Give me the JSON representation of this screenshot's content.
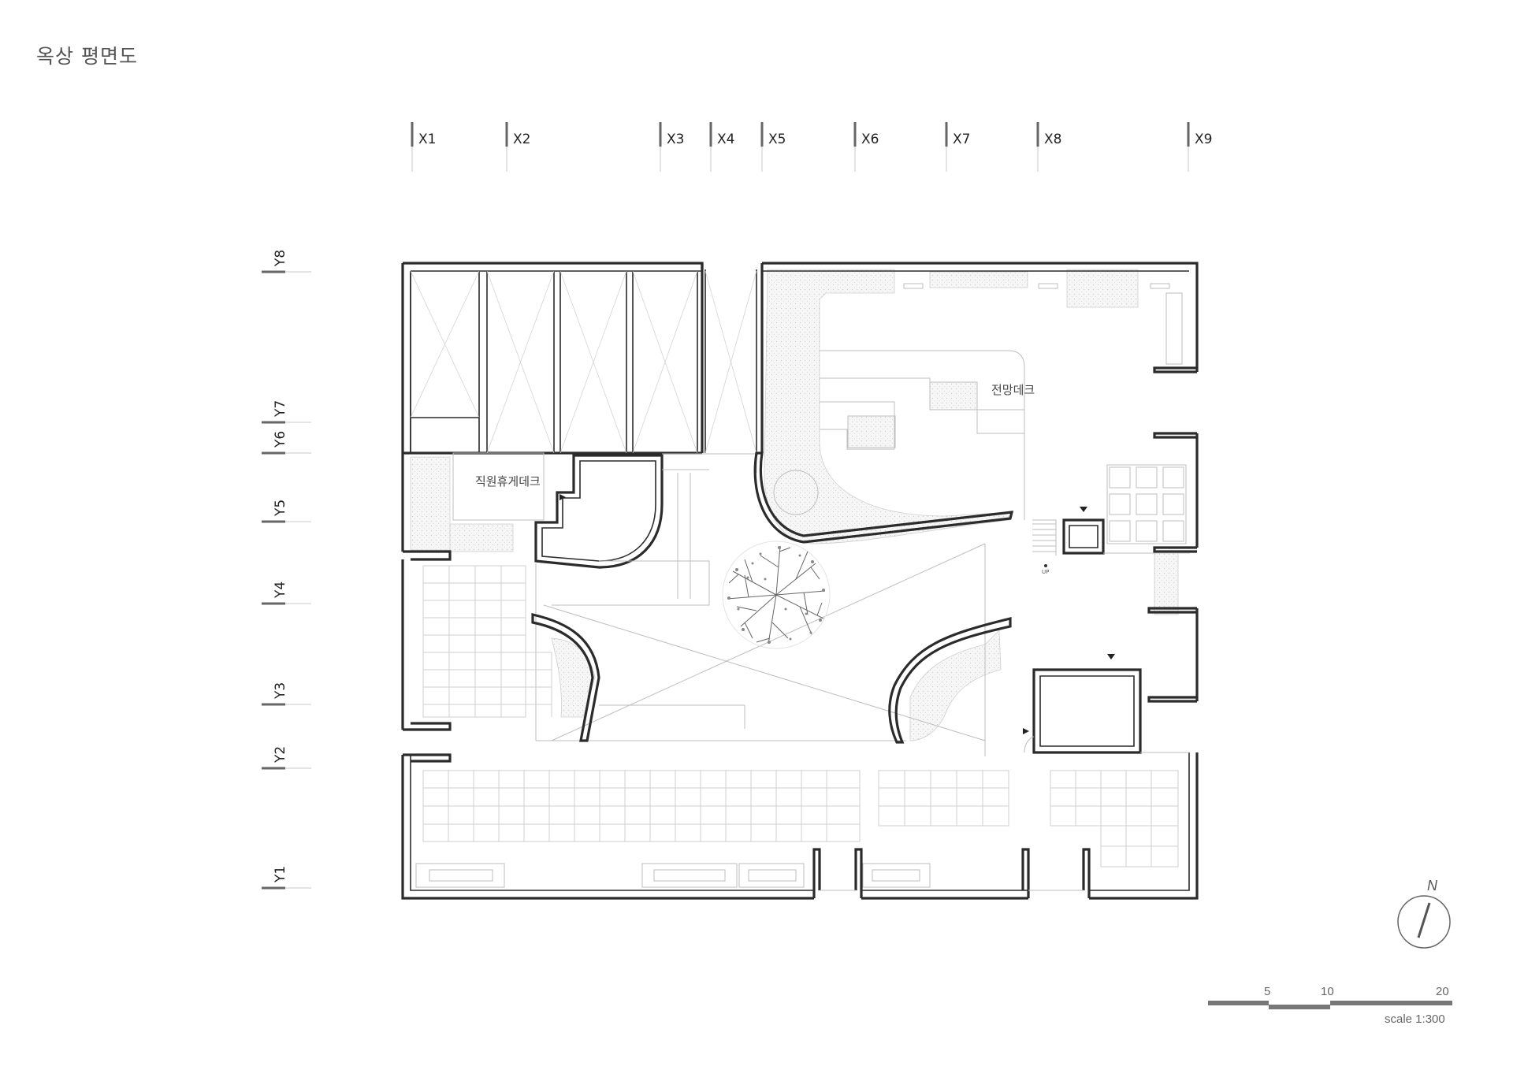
{
  "title": "옥상 평면도",
  "grid": {
    "x": [
      "X1",
      "X2",
      "X3",
      "X4",
      "X5",
      "X6",
      "X7",
      "X8",
      "X9"
    ],
    "y": [
      "Y1",
      "Y2",
      "Y3",
      "Y4",
      "Y5",
      "Y6",
      "Y7",
      "Y8"
    ]
  },
  "rooms": {
    "staff_deck": "직원휴게데크",
    "view_deck": "전망데크",
    "stair_up": "UP"
  },
  "scale_bar": {
    "ticks": [
      "5",
      "10",
      "20"
    ],
    "label": "scale 1:300"
  },
  "north": "N"
}
